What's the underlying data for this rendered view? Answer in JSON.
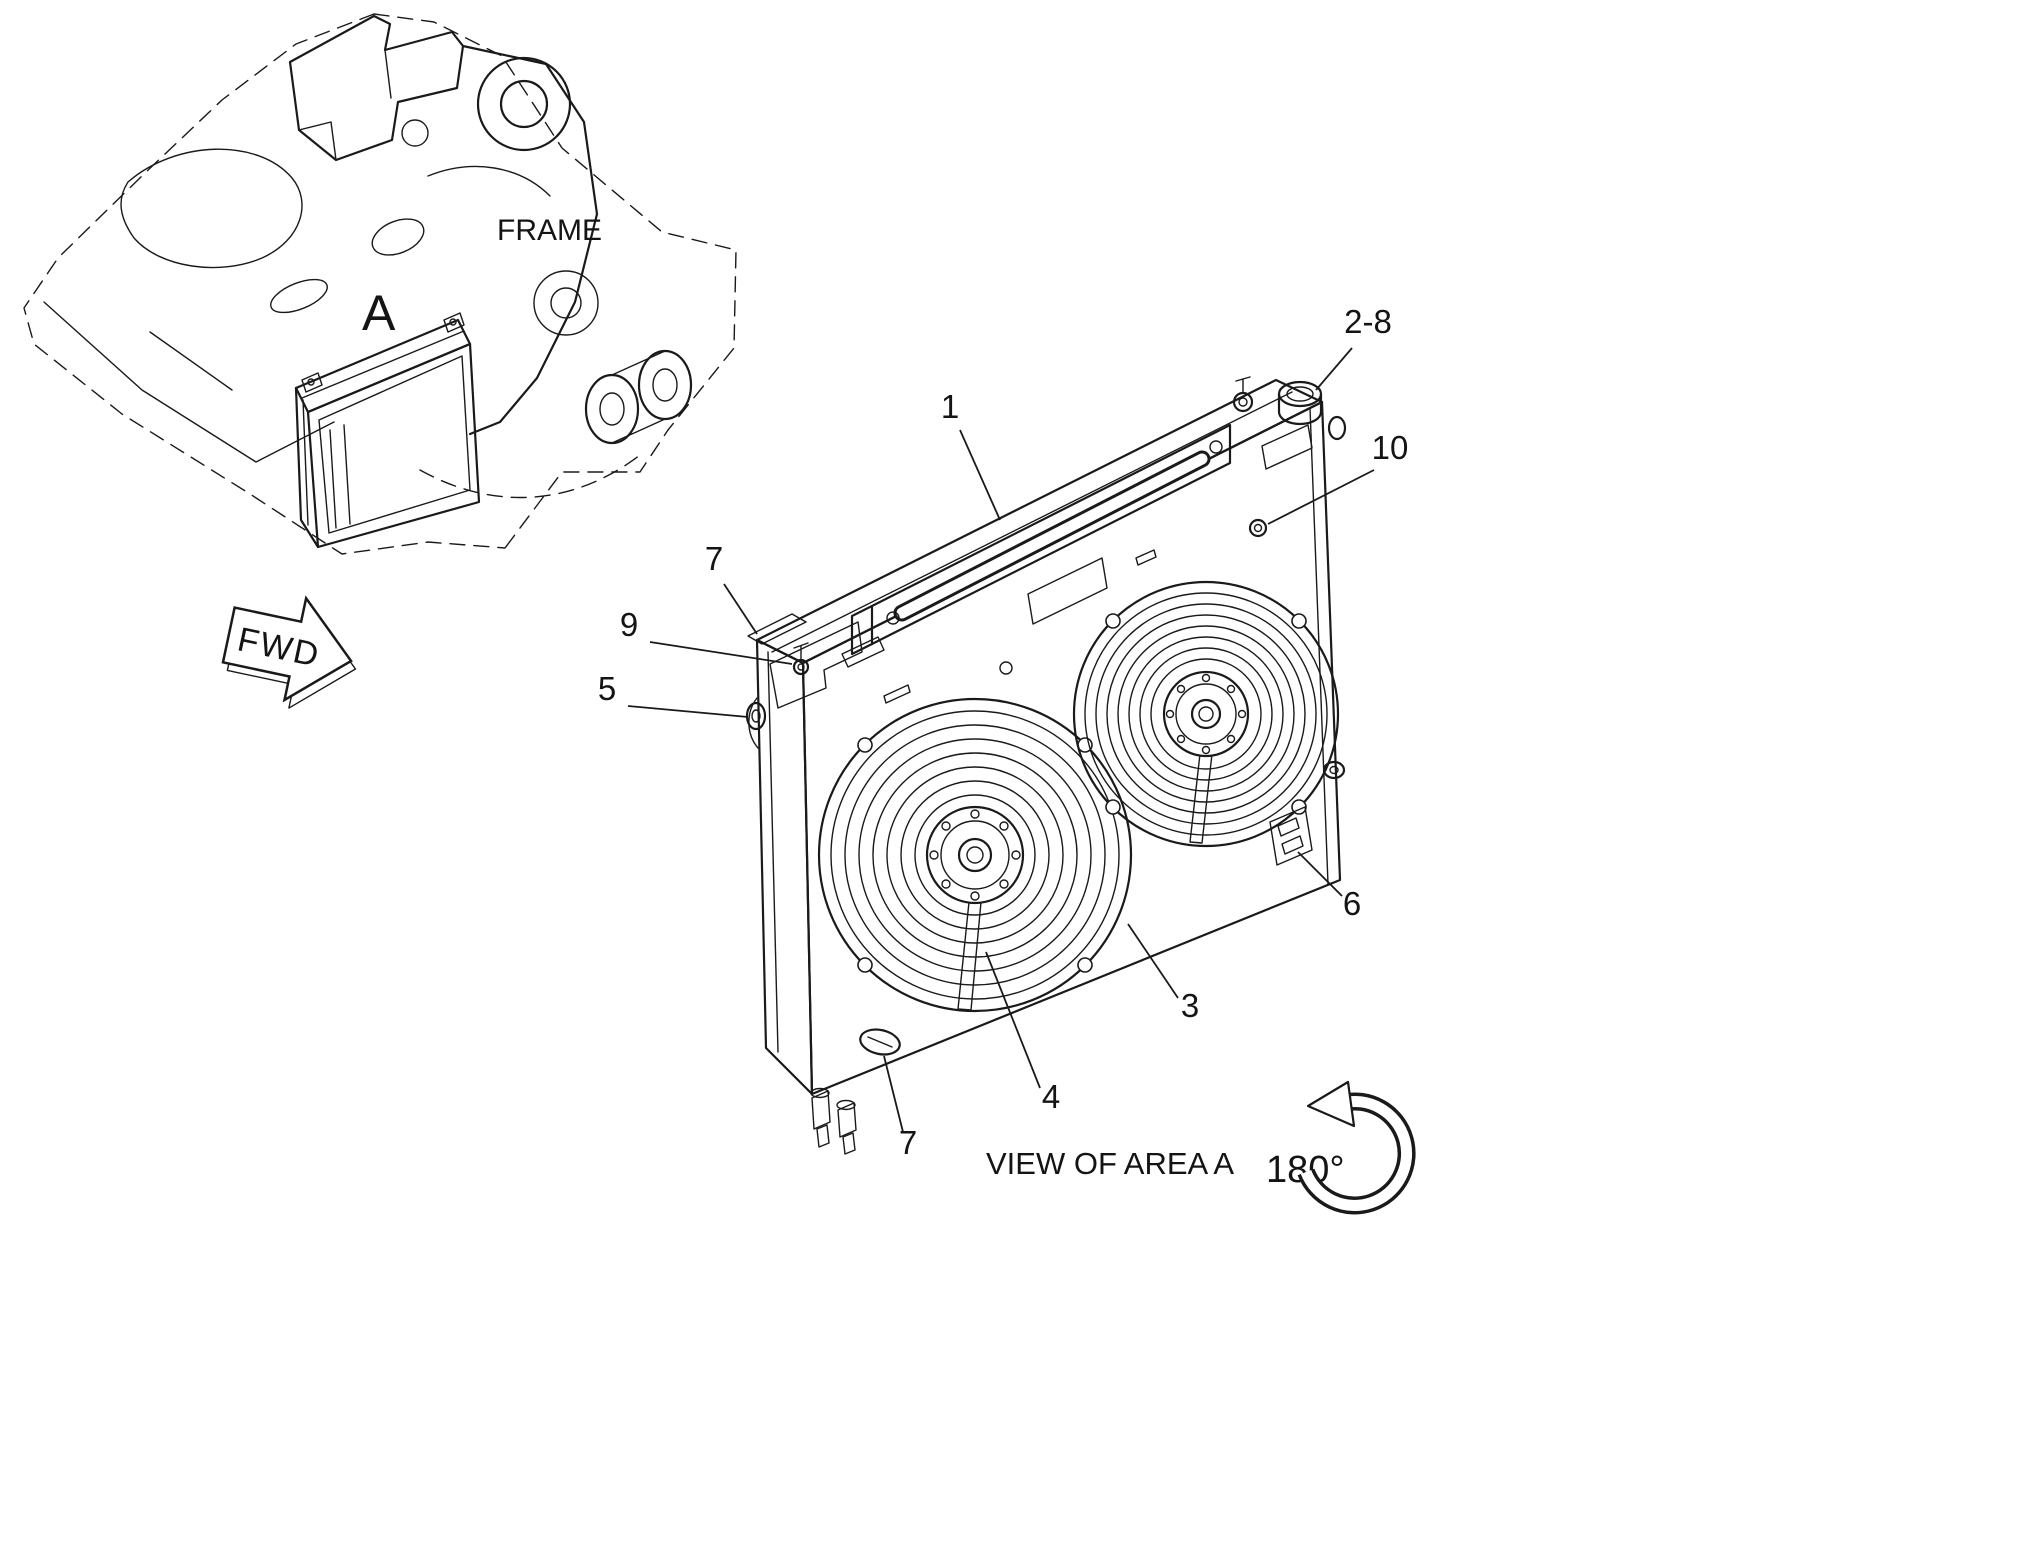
{
  "figure": {
    "background": "#ffffff",
    "line_color": "#1a1a1a",
    "labels": {
      "frame": "FRAME",
      "area_marker": "A",
      "fwd": "FWD",
      "view_caption": "VIEW OF AREA  A",
      "rotation": "180°"
    },
    "callouts": [
      {
        "id": "1"
      },
      {
        "id": "2-8"
      },
      {
        "id": "10"
      },
      {
        "id": "7"
      },
      {
        "id": "9"
      },
      {
        "id": "5"
      },
      {
        "id": "6"
      },
      {
        "id": "3"
      },
      {
        "id": "4"
      },
      {
        "id": "7"
      }
    ]
  }
}
